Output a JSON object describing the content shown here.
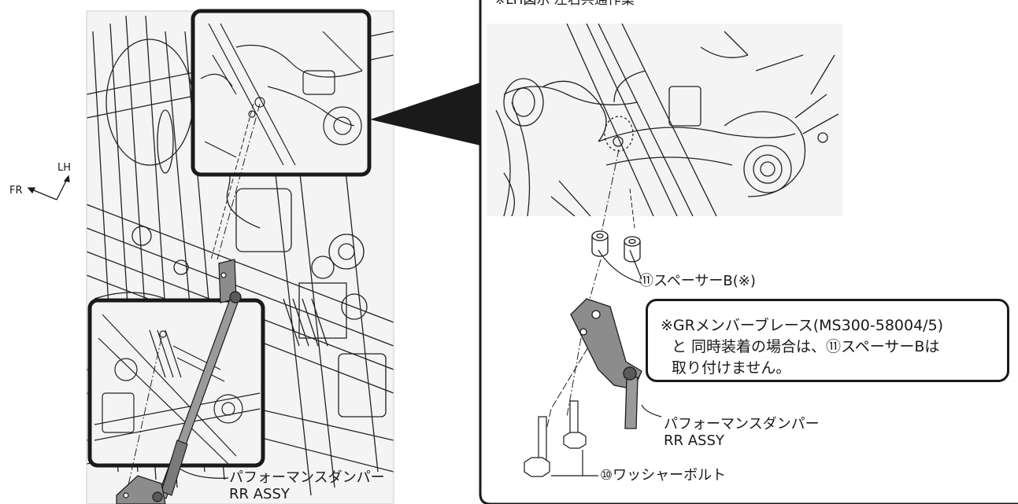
{
  "orientation": {
    "front": "FR",
    "left": "LH"
  },
  "right_panel": {
    "caption": "※LH図示 左右共通作業"
  },
  "labels": {
    "spacer": "⑪スペーサーB(※)",
    "washer_bolt": "⑩ワッシャーボルト",
    "damper_right": {
      "line1": "パフォーマンスダンパー",
      "line2": "RR ASSY"
    },
    "damper_left": {
      "line1": "パフォーマンスダンパー",
      "line2": "RR ASSY"
    }
  },
  "note": {
    "line1": "※GRメンバーブレース(MS300-58004/5)",
    "line2": "と 同時装着の場合は、⑪スペーサーBは",
    "line3": "取り付けません。"
  },
  "colors": {
    "line": "#1a1a1a",
    "damper": "#8c8c8c",
    "damper_dark": "#5a5a5a"
  }
}
